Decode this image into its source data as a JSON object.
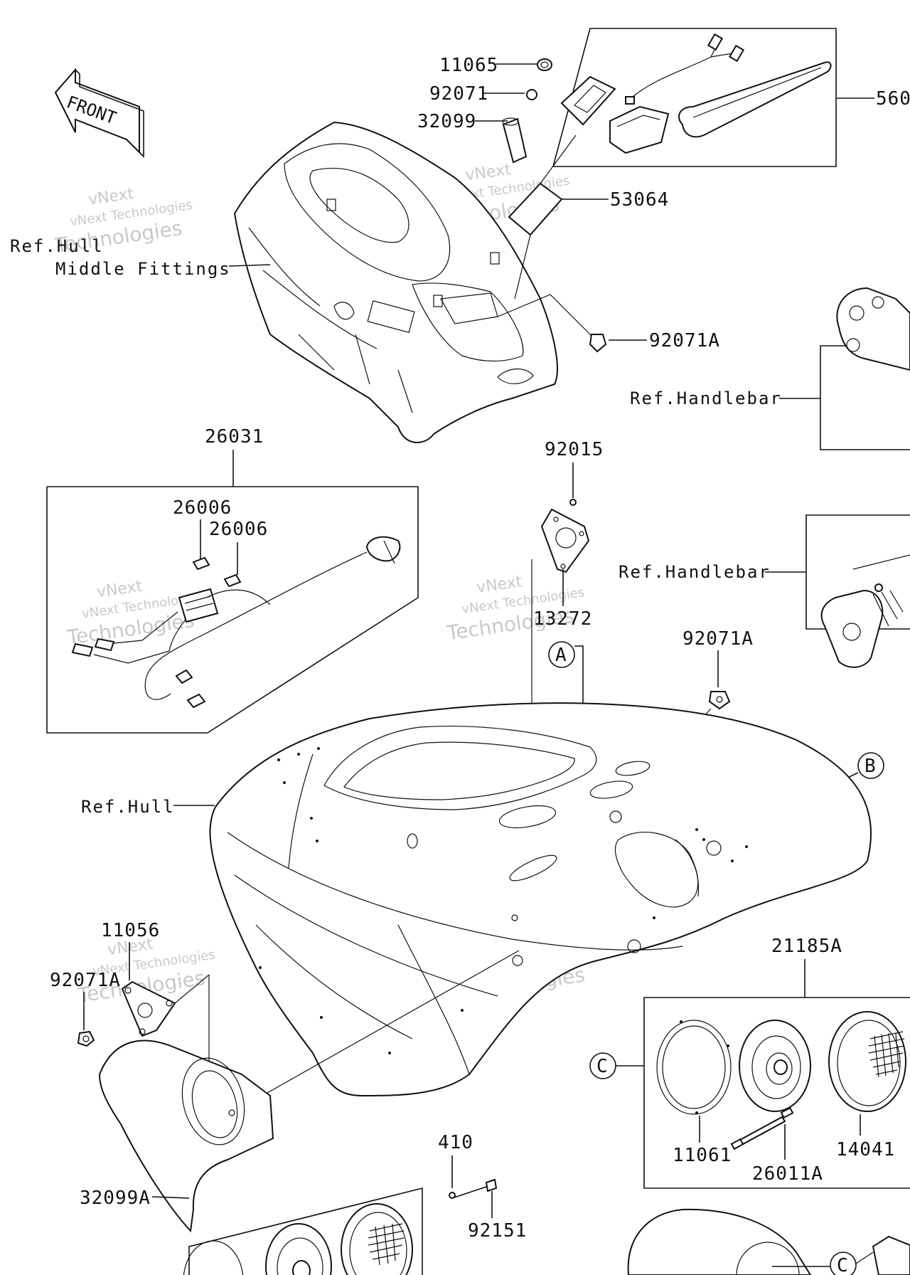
{
  "front_arrow": {
    "label": "FRONT"
  },
  "watermark": {
    "line1": "vNext",
    "line2": "vNext Technologies",
    "line3": "Technologies"
  },
  "callouts": {
    "p11065": "11065",
    "p92071": "92071",
    "p32099": "32099",
    "p560": "560",
    "p53064": "53064",
    "p92071A_top": "92071A",
    "p26031": "26031",
    "p26006_a": "26006",
    "p26006_b": "26006",
    "p92015": "92015",
    "p13272": "13272",
    "p92071A_mid": "92071A",
    "p11056": "11056",
    "p92071A_left": "92071A",
    "p21185A": "21185A",
    "p11061": "11061",
    "p26011A": "26011A",
    "p14041": "14041",
    "p410": "410",
    "p92151": "92151",
    "p32099A": "32099A"
  },
  "references": {
    "ref_hull_middle_1": "Ref.Hull",
    "ref_hull_middle_2": "Middle Fittings",
    "ref_handlebar_1": "Ref.Handlebar",
    "ref_handlebar_2": "Ref.Handlebar",
    "ref_hull": "Ref.Hull"
  },
  "markers": {
    "a": "A",
    "b": "B",
    "c1": "C",
    "c2": "C"
  }
}
